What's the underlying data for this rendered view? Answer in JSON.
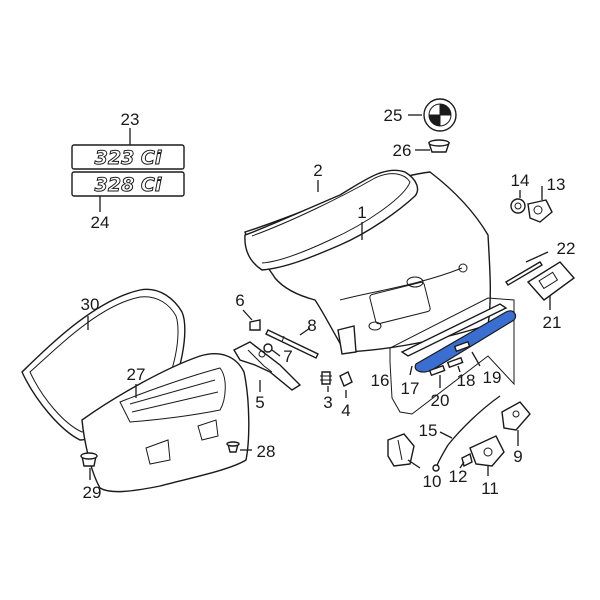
{
  "badges": {
    "b323": "323 Ci",
    "b328": "328 Ci"
  },
  "highlight_color": "#3a6fd1",
  "callouts": [
    {
      "id": "c1",
      "text": "1"
    },
    {
      "id": "c2",
      "text": "2"
    },
    {
      "id": "c3",
      "text": "3"
    },
    {
      "id": "c4",
      "text": "4"
    },
    {
      "id": "c5",
      "text": "5"
    },
    {
      "id": "c6",
      "text": "6"
    },
    {
      "id": "c7",
      "text": "7"
    },
    {
      "id": "c8",
      "text": "8"
    },
    {
      "id": "c9",
      "text": "9"
    },
    {
      "id": "c10",
      "text": "10"
    },
    {
      "id": "c11",
      "text": "11"
    },
    {
      "id": "c12",
      "text": "12"
    },
    {
      "id": "c13",
      "text": "13"
    },
    {
      "id": "c14",
      "text": "14"
    },
    {
      "id": "c15",
      "text": "15"
    },
    {
      "id": "c16",
      "text": "16"
    },
    {
      "id": "c17",
      "text": "17"
    },
    {
      "id": "c18",
      "text": "18"
    },
    {
      "id": "c19",
      "text": "19"
    },
    {
      "id": "c20",
      "text": "20"
    },
    {
      "id": "c21",
      "text": "21"
    },
    {
      "id": "c22",
      "text": "22"
    },
    {
      "id": "c23",
      "text": "23"
    },
    {
      "id": "c24",
      "text": "24"
    },
    {
      "id": "c25",
      "text": "25"
    },
    {
      "id": "c26",
      "text": "26"
    },
    {
      "id": "c27",
      "text": "27"
    },
    {
      "id": "c28",
      "text": "28"
    },
    {
      "id": "c29",
      "text": "29"
    },
    {
      "id": "c30",
      "text": "30"
    }
  ]
}
